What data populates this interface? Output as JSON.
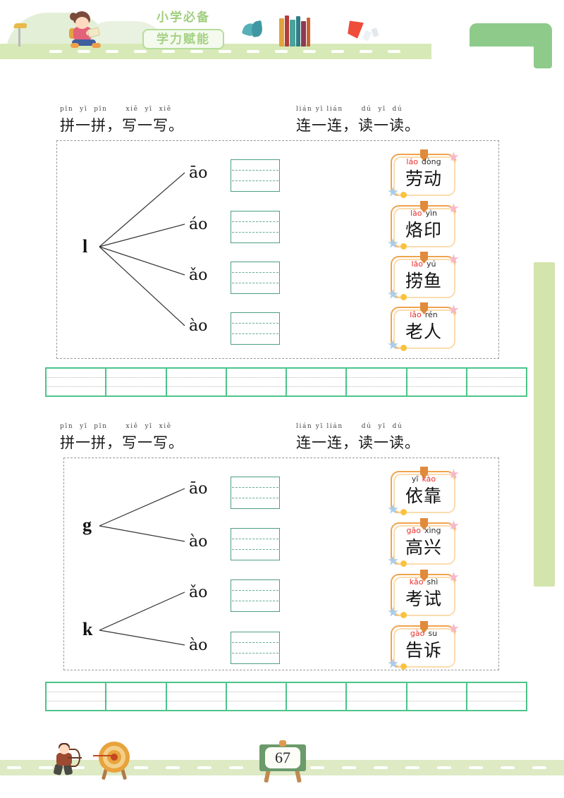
{
  "header": {
    "badge_top": "小学必备",
    "badge_box": "学力赋能",
    "icons": [
      "lamp-icon",
      "girl-reading-icon",
      "books-stack-icon",
      "leaf-icon",
      "red-book-icon"
    ]
  },
  "sections": [
    {
      "title_pinyin_left": "pīn  yī  pīn",
      "title_left": "拼一拼，写一写。",
      "title_pinyin_right": "lián yī lián",
      "title_right": "连一连，读一读。",
      "title_pinyin_left2": "xiě  yī  xiě",
      "title_pinyin_right2": "dú  yī  dú",
      "groups": [
        {
          "letter": "l",
          "syllables": [
            "āo",
            "áo",
            "ǎo",
            "ào"
          ]
        }
      ],
      "cards": [
        {
          "pinyin1": "láo",
          "pinyin2": "dòng",
          "highlight": "first",
          "word": "劳动"
        },
        {
          "pinyin1": "lào",
          "pinyin2": "yìn",
          "highlight": "first",
          "word": "烙印"
        },
        {
          "pinyin1": "lāo",
          "pinyin2": "yú",
          "highlight": "first",
          "word": "捞鱼"
        },
        {
          "pinyin1": "lǎo",
          "pinyin2": "rén",
          "highlight": "first",
          "word": "老人"
        }
      ]
    },
    {
      "title_pinyin_left": "pīn  yī  pīn",
      "title_left": "拼一拼，写一写。",
      "title_pinyin_right": "lián yī lián",
      "title_right": "连一连，读一读。",
      "title_pinyin_left2": "xiě  yī  xiě",
      "title_pinyin_right2": "dú  yī  dú",
      "groups": [
        {
          "letter": "g",
          "syllables": [
            "āo",
            "ào"
          ]
        },
        {
          "letter": "k",
          "syllables": [
            "ǎo",
            "ào"
          ]
        }
      ],
      "cards": [
        {
          "pinyin1": "yī",
          "pinyin2": "kào",
          "highlight": "second",
          "word": "依靠"
        },
        {
          "pinyin1": "gāo",
          "pinyin2": "xìng",
          "highlight": "first",
          "word": "高兴"
        },
        {
          "pinyin1": "kǎo",
          "pinyin2": "shì",
          "highlight": "first",
          "word": "考试"
        },
        {
          "pinyin1": "gào",
          "pinyin2": "su",
          "highlight": "first",
          "word": "告诉"
        }
      ]
    }
  ],
  "practice_strips": [
    {
      "cells": 8
    },
    {
      "cells": 8
    }
  ],
  "footer": {
    "page_number": "67",
    "icons": [
      "archer-icon",
      "archery-target-icon",
      "easel-board-icon"
    ]
  },
  "colors": {
    "green_band": "#d8e9b8",
    "strip_green": "#4cc48a",
    "write_box_green": "#4e9d85",
    "card_orange": "#f0a34d",
    "pinyin_red": "#ea2f2a",
    "badge_green": "#a5d184"
  }
}
